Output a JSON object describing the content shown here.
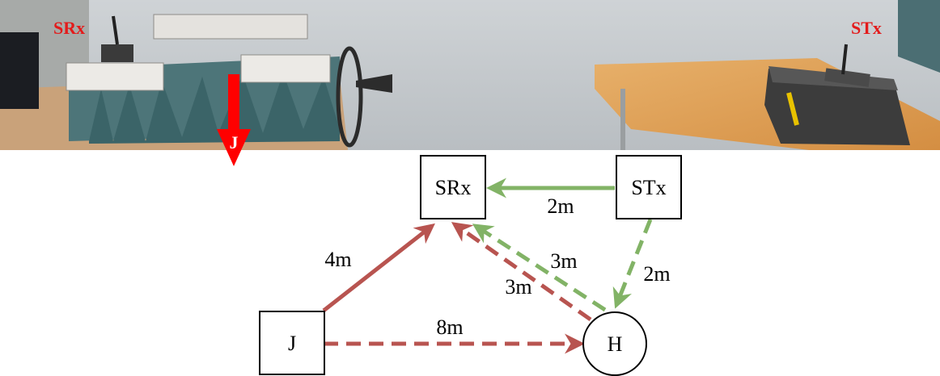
{
  "photo": {
    "labels": {
      "srx": "SRx",
      "stx": "STx",
      "jammer": "J"
    },
    "colors": {
      "label": "#e31b1b",
      "arrow": "#ff0000"
    }
  },
  "diagram": {
    "nodes": {
      "srx": {
        "label": "SRx",
        "shape": "square"
      },
      "stx": {
        "label": "STx",
        "shape": "square"
      },
      "j": {
        "label": "J",
        "shape": "square"
      },
      "h": {
        "label": "H",
        "shape": "circle"
      }
    },
    "edges": [
      {
        "id": "stx-srx",
        "from": "STx",
        "to": "SRx",
        "style": "solid",
        "color": "#82b366",
        "label": "2m"
      },
      {
        "id": "stx-h",
        "from": "STx",
        "to": "H",
        "style": "dashed",
        "color": "#82b366",
        "label": "2m"
      },
      {
        "id": "h-srx-green",
        "from": "H",
        "to": "SRx",
        "style": "dashed",
        "color": "#82b366",
        "label": "3m"
      },
      {
        "id": "h-srx-red",
        "from": "H",
        "to": "SRx",
        "style": "dashed",
        "color": "#b85450",
        "label": "3m"
      },
      {
        "id": "j-srx",
        "from": "J",
        "to": "SRx",
        "style": "solid",
        "color": "#b85450",
        "label": "4m"
      },
      {
        "id": "j-h",
        "from": "J",
        "to": "H",
        "style": "dashed",
        "color": "#b85450",
        "label": "8m"
      }
    ]
  }
}
